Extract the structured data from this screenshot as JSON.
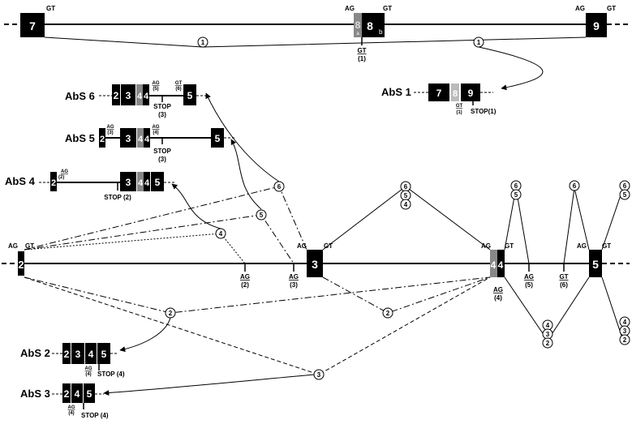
{
  "top_gene": {
    "exon7": "7",
    "exon8": "8",
    "exon8a": "8",
    "exon8a_sub": "a",
    "exon8b_sub": "b",
    "exon9": "9",
    "ag": "AG",
    "gt": "GT",
    "path1": "1",
    "gt1": "GT",
    "gt1_n": "(1)"
  },
  "abs1": {
    "label": "AbS 1",
    "e7": "7",
    "e8": "8",
    "e9": "9",
    "gt": "GT",
    "gt_n": "(1)",
    "stop": "STOP(1)"
  },
  "abs6": {
    "label": "AbS 6",
    "e2": "2",
    "e3": "3",
    "e4": "4",
    "e4b": "4",
    "e5": "5",
    "ag": "AG",
    "ag_n": "(5)",
    "gt": "GT",
    "gt_n": "(6)",
    "stop": "STOP",
    "stop_n": "(3)"
  },
  "abs5": {
    "label": "AbS 5",
    "e2": "2",
    "e3": "3",
    "e4": "4",
    "e4b": "4",
    "e5": "5",
    "ag": "AG",
    "ag_n": "(3)",
    "ag2": "AG",
    "ag2_n": "(4)",
    "stop": "STOP",
    "stop_n": "(3)"
  },
  "abs4": {
    "label": "AbS 4",
    "e2": "2",
    "e3": "3",
    "e4": "4",
    "e4b": "4",
    "e5": "5",
    "ag": "AG",
    "ag_n": "(2)",
    "stop": "STOP (2)"
  },
  "abs2": {
    "label": "AbS 2",
    "e2": "2",
    "e3": "3",
    "e4": "4",
    "e5": "5",
    "ag": "AG",
    "ag_n": "(4)",
    "stop": "STOP (4)"
  },
  "abs3": {
    "label": "AbS 3",
    "e2": "2",
    "e4": "4",
    "e5": "5",
    "ag": "AG",
    "ag_n": "(4)",
    "stop": "STOP (4)"
  },
  "bottom_gene": {
    "e2": "2",
    "e3": "3",
    "e4": "4",
    "e4b": "4",
    "e5": "5",
    "ag": "AG",
    "gt": "GT",
    "ag2": "AG",
    "ag2_n": "(2)",
    "ag3": "AG",
    "ag3_n": "(3)",
    "ag4": "AG",
    "ag4_n": "(4)",
    "ag5": "AG",
    "ag5_n": "(5)",
    "gt6": "GT",
    "gt6_n": "(6)"
  },
  "paths": {
    "p1": "1",
    "p2": "2",
    "p3": "3",
    "p4": "4",
    "p5": "5",
    "p6": "6"
  }
}
